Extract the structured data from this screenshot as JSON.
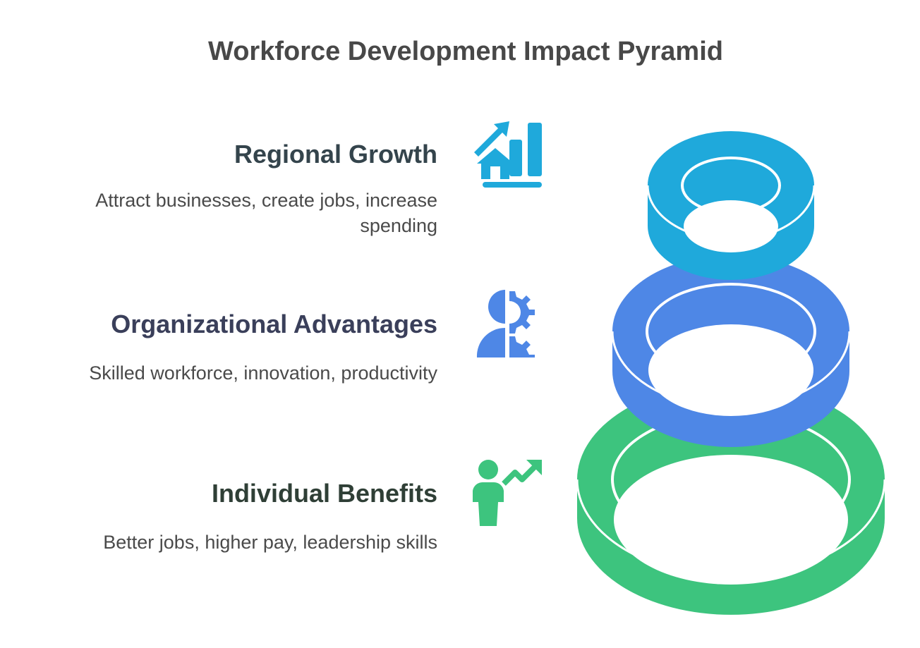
{
  "title": "Workforce Development Impact Pyramid",
  "levels": [
    {
      "heading": "Regional Growth",
      "description": "Attract businesses, create jobs, increase spending",
      "icon": "house-chart-growth-icon",
      "color": "#1FA9DB"
    },
    {
      "heading": "Organizational Advantages",
      "description": "Skilled workforce, innovation, productivity",
      "icon": "person-gear-icon",
      "color": "#4E87E6"
    },
    {
      "heading": "Individual Benefits",
      "description": "Better jobs, higher pay, leadership skills",
      "icon": "person-arrow-up-icon",
      "color": "#3DC47E"
    }
  ]
}
